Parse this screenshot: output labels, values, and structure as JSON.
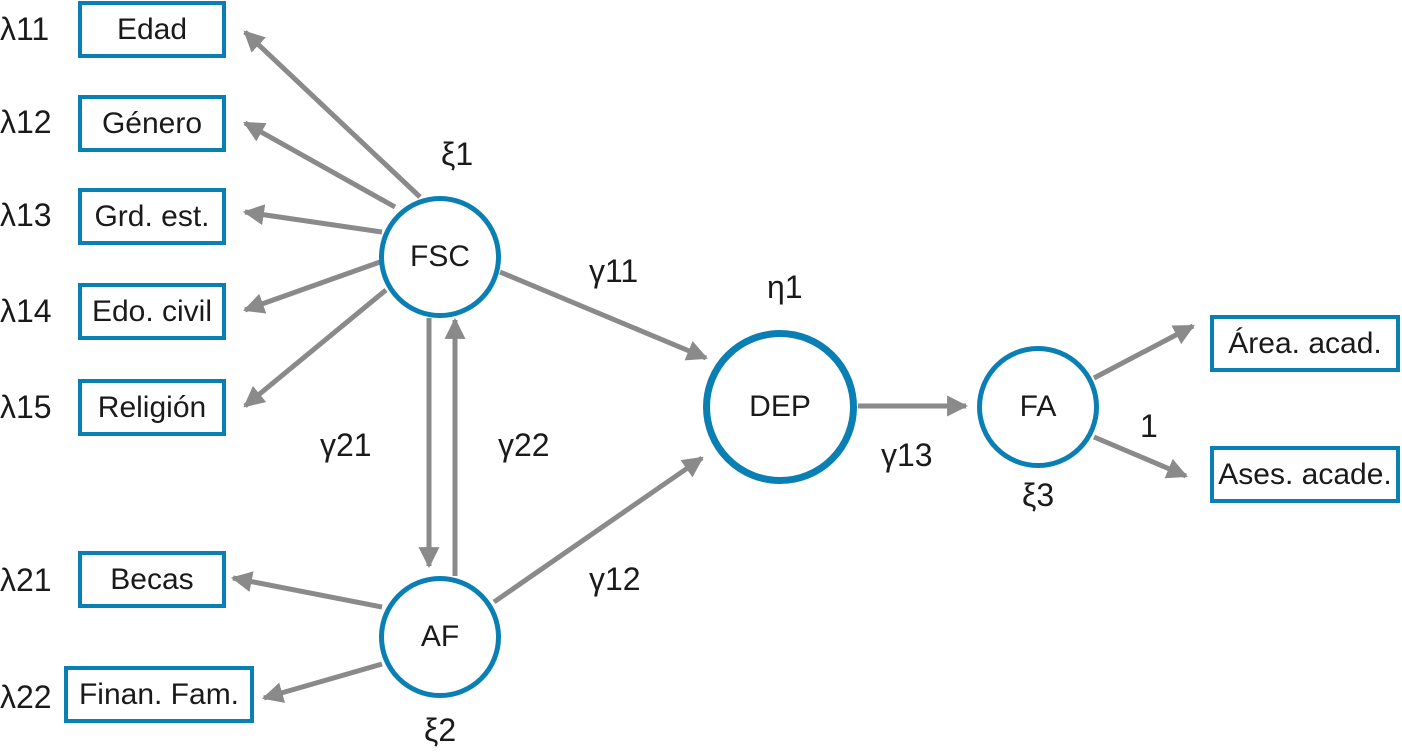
{
  "indicators": {
    "edad": "Edad",
    "genero": "Género",
    "grd_est": "Grd. est.",
    "edo_civil": "Edo. civil",
    "religion": "Religión",
    "becas": "Becas",
    "finan_fam": "Finan. Fam.",
    "area_acad": "Área. acad.",
    "ases_acade": "Ases. acade."
  },
  "latents": {
    "fsc": "FSC",
    "af": "AF",
    "dep": "DEP",
    "fa": "FA"
  },
  "loadings": {
    "l11": "λ11",
    "l12": "λ12",
    "l13": "λ13",
    "l14": "λ14",
    "l15": "λ15",
    "l21": "λ21",
    "l22": "λ22"
  },
  "paths": {
    "g11": "γ11",
    "g12": "γ12",
    "g13": "γ13",
    "g21": "γ21",
    "g22": "γ22",
    "one": "1"
  },
  "latent_symbols": {
    "xi1": "ξ1",
    "xi2": "ξ2",
    "xi3": "ξ3",
    "eta1": "η1"
  },
  "colors": {
    "node_border": "#0a7fb4",
    "arrow": "#8a8a8a"
  }
}
